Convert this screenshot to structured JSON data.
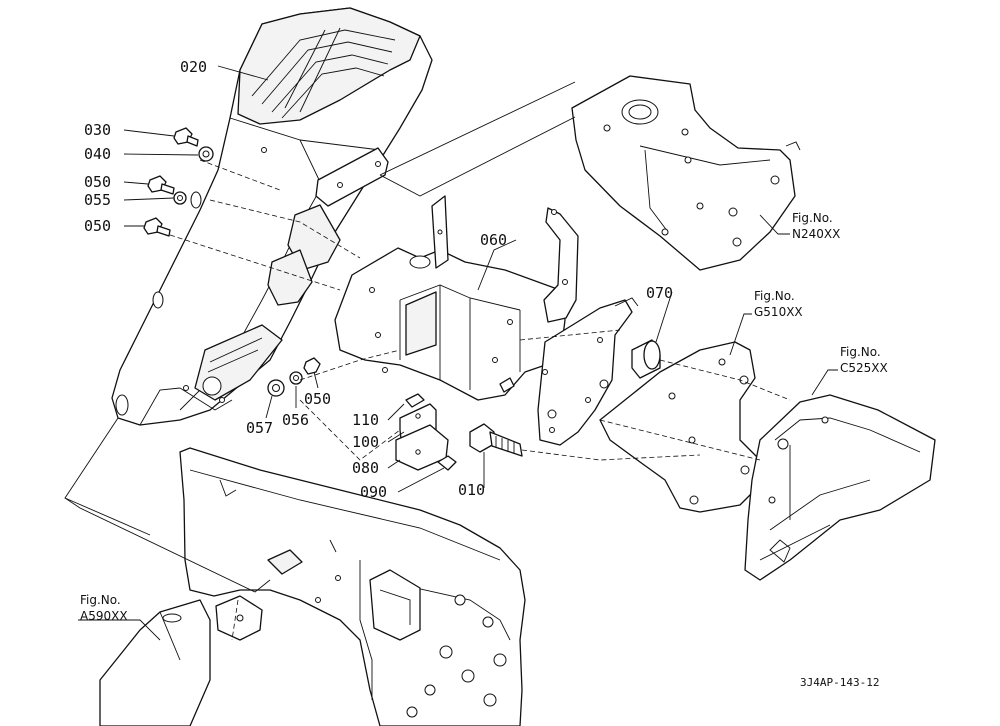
{
  "parts": {
    "p020": "020",
    "p030": "030",
    "p040": "040",
    "p050a": "050",
    "p055": "055",
    "p050b": "050",
    "p060": "060",
    "p070": "070",
    "p110": "110",
    "p100": "100",
    "p080": "080",
    "p090": "090",
    "p010": "010",
    "p057": "057",
    "p056": "056",
    "p050c": "050"
  },
  "fig_refs": {
    "n240": {
      "label": "Fig.No.",
      "code": "N240XX"
    },
    "g510": {
      "label": "Fig.No.",
      "code": "G510XX"
    },
    "c525": {
      "label": "Fig.No.",
      "code": "C525XX"
    },
    "a590": {
      "label": "Fig.No.",
      "code": "A590XX"
    }
  },
  "drawing_ref": "3J4AP-143-12"
}
